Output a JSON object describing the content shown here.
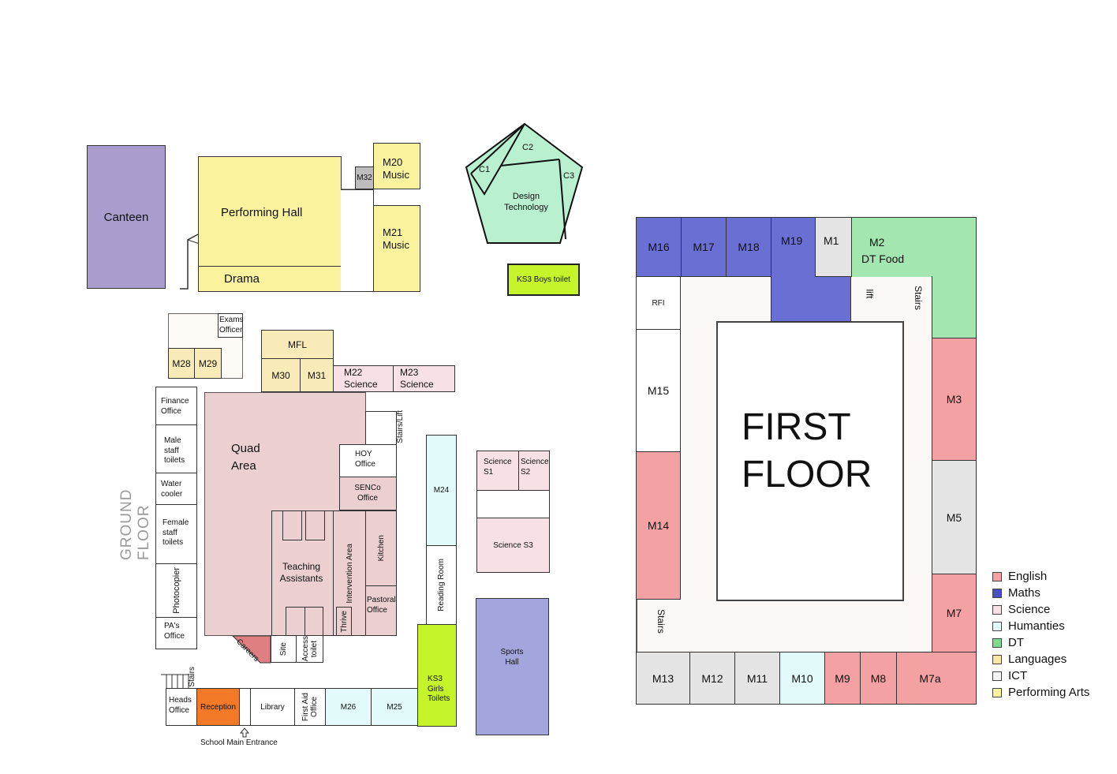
{
  "colors": {
    "english": "#f4a1a3",
    "maths": "#6a6fd4",
    "science": "#f7e0e6",
    "humanities": "#e2fafa",
    "dt": "#a3e6b0",
    "languages": "#f8ebb8",
    "ict": "#e4e4e4",
    "performing_arts": "#faf29d",
    "canteen": "#aa9ccc",
    "quad": "#ebcfd1",
    "green_toilet": "#c6f42a",
    "reception": "#f47a27",
    "pentagon": "#b9f0cf",
    "sports_hall": "#a3a6dc"
  },
  "ground_floor": {
    "title": "GROUND FLOOR",
    "canteen": "Canteen",
    "performing_hall": "Performing Hall",
    "drama": "Drama",
    "m32": "M32",
    "m20": [
      "M20",
      "Music"
    ],
    "m21": [
      "M21",
      "Music"
    ],
    "design_technology": [
      "Design",
      "Technology"
    ],
    "c1": "C1",
    "c2": "C2",
    "c3": "C3",
    "ks3_boys_toilet": "KS3 Boys toilet",
    "exams_officer": [
      "Exams",
      "Officer"
    ],
    "m28": "M28",
    "m29": "M29",
    "mfl": "MFL",
    "m30": "M30",
    "m31": "M31",
    "m22": [
      "M22",
      "Science"
    ],
    "m23": [
      "M23",
      "Science"
    ],
    "finance_office": [
      "Finance",
      "Office"
    ],
    "male_staff_toilets": [
      "Male",
      "staff",
      "toilets"
    ],
    "water_cooler": [
      "Water",
      "cooler"
    ],
    "female_staff_toilets": [
      "Female",
      "staff",
      "toilets"
    ],
    "photocopier": "Photocopier",
    "pas_office": [
      "PA's",
      "Office"
    ],
    "quad_area": [
      "Quad",
      "Area"
    ],
    "stairs_lift": "Stairs/Lift",
    "hoy_office": [
      "HOY",
      "Office"
    ],
    "senco_office": [
      "SENCo",
      "Office"
    ],
    "teaching_assistants": [
      "Teaching",
      "Assistants"
    ],
    "intervention_area": "Intervention Area",
    "kitchen": "Kitchen",
    "thrive": "Thrive",
    "pastoral_office": [
      "Pastoral",
      "Office"
    ],
    "careers": "Careers",
    "site": "Site",
    "access_toilet": [
      "Access",
      "toilet"
    ],
    "m24": "M24",
    "reading_room": "Reading Room",
    "science_s1": [
      "Science",
      "S1"
    ],
    "science_s2": [
      "Science",
      "S2"
    ],
    "science_s3": "Science S3",
    "sports_hall": [
      "Sports",
      "Hall"
    ],
    "stairs": "Stairs",
    "heads_office": [
      "Heads",
      "Office"
    ],
    "reception": "Reception",
    "library": "Library",
    "first_aid": [
      "First Aid",
      "Office"
    ],
    "m26": "M26",
    "m25": "M25",
    "ks3_girls_toilets": [
      "KS3",
      "Girls",
      "Toilets"
    ],
    "main_entrance": "School Main Entrance"
  },
  "first_floor": {
    "title": [
      "FIRST",
      "FLOOR"
    ],
    "rooms": {
      "m16": "M16",
      "m17": "M17",
      "m18": "M18",
      "m19": "M19",
      "m1": "M1",
      "m2": [
        "M2",
        "DT Food"
      ],
      "rfi": "RFI",
      "lift": "lift",
      "stairs_top": "Stairs",
      "m15": "M15",
      "m14": "M14",
      "m3": "M3",
      "m5": "M5",
      "m7": "M7",
      "stairs_bottom": "Stairs",
      "m13": "M13",
      "m12": "M12",
      "m11": "M11",
      "m10": "M10",
      "m9": "M9",
      "m8": "M8",
      "m7a": "M7a"
    }
  },
  "legend": [
    {
      "label": "English",
      "color": "#f4a1a3"
    },
    {
      "label": "Maths",
      "color": "#4a4fc8"
    },
    {
      "label": "Science",
      "color": "#f7e0e6"
    },
    {
      "label": "Humanties",
      "color": "#e2fafa"
    },
    {
      "label": "DT",
      "color": "#7fd98e"
    },
    {
      "label": "Languages",
      "color": "#f8e6a8"
    },
    {
      "label": "ICT",
      "color": "#f4f4f4"
    },
    {
      "label": "Performing Arts",
      "color": "#faf29d"
    }
  ]
}
